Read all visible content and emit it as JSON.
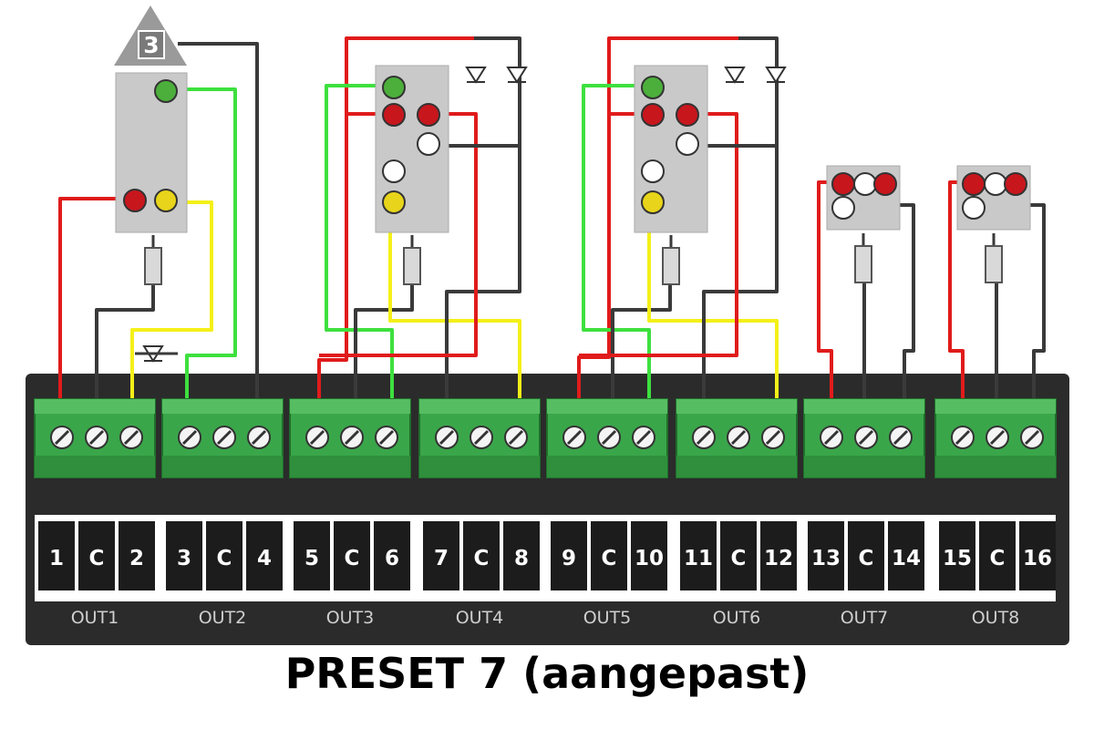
{
  "caption": "PRESET 7 (aangepast)",
  "signal_number": "3",
  "outputs": [
    {
      "label": "OUT1",
      "terminals": [
        "1",
        "C",
        "2"
      ]
    },
    {
      "label": "OUT2",
      "terminals": [
        "3",
        "C",
        "4"
      ]
    },
    {
      "label": "OUT3",
      "terminals": [
        "5",
        "C",
        "6"
      ]
    },
    {
      "label": "OUT4",
      "terminals": [
        "7",
        "C",
        "8"
      ]
    },
    {
      "label": "OUT5",
      "terminals": [
        "9",
        "C",
        "10"
      ]
    },
    {
      "label": "OUT6",
      "terminals": [
        "11",
        "C",
        "12"
      ]
    },
    {
      "label": "OUT7",
      "terminals": [
        "13",
        "C",
        "14"
      ]
    },
    {
      "label": "OUT8",
      "terminals": [
        "15",
        "C",
        "16"
      ]
    }
  ],
  "colors": {
    "board": "#2b2b2b",
    "terminal_green": "#3aa64a",
    "signal_grey": "#c9c9c9",
    "wire_red": "#e01b1b",
    "wire_green": "#3ee03e",
    "wire_yellow": "#f4f018",
    "wire_dark": "#3a3a3a",
    "lamp_red": "#c8161d",
    "lamp_green": "#4caf3c",
    "lamp_yellow": "#e8d41a",
    "lamp_white": "#ffffff"
  }
}
